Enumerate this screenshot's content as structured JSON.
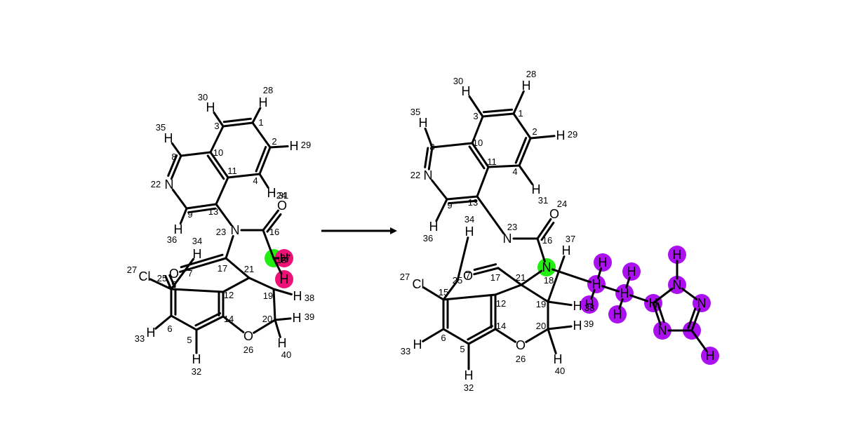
{
  "colors": {
    "bond": "#000000",
    "green": "#22ee11",
    "pink": "#ee1177",
    "purple": "#aa11ee"
  },
  "arrow": {
    "description": "reaction arrow"
  },
  "reactant": {
    "atoms": [
      {
        "id": "H28",
        "sym": "H",
        "idx": "28"
      },
      {
        "id": "H30",
        "sym": "H",
        "idx": "30"
      },
      {
        "id": "C1",
        "sym": "",
        "idx": "1"
      },
      {
        "id": "C2",
        "sym": "",
        "idx": "2"
      },
      {
        "id": "H29",
        "sym": "H",
        "idx": "29"
      },
      {
        "id": "C3",
        "sym": "",
        "idx": "3"
      },
      {
        "id": "H35",
        "sym": "H",
        "idx": "35"
      },
      {
        "id": "C8",
        "sym": "",
        "idx": "8"
      },
      {
        "id": "C10",
        "sym": "",
        "idx": "10"
      },
      {
        "id": "C11",
        "sym": "",
        "idx": "11"
      },
      {
        "id": "C4",
        "sym": "",
        "idx": "4"
      },
      {
        "id": "H31",
        "sym": "H",
        "idx": "31"
      },
      {
        "id": "N22",
        "sym": "N",
        "idx": "22"
      },
      {
        "id": "C9",
        "sym": "",
        "idx": "9"
      },
      {
        "id": "C13",
        "sym": "",
        "idx": "13"
      },
      {
        "id": "H36",
        "sym": "H",
        "idx": "36"
      },
      {
        "id": "N23",
        "sym": "N",
        "idx": "23"
      },
      {
        "id": "C16",
        "sym": "",
        "idx": "16"
      },
      {
        "id": "O24",
        "sym": "O",
        "idx": "24"
      },
      {
        "id": "H34",
        "sym": "H",
        "idx": "34"
      },
      {
        "id": "C17",
        "sym": "",
        "idx": "17"
      },
      {
        "id": "O7",
        "sym": "O",
        "idx": "7"
      },
      {
        "id": "C18",
        "sym": "",
        "idx": "18"
      },
      {
        "id": "H37",
        "sym": "H",
        "idx": "37"
      },
      {
        "id": "C21",
        "sym": "",
        "idx": "21"
      },
      {
        "id": "Cl27",
        "sym": "Cl",
        "idx": "27"
      },
      {
        "id": "C25",
        "sym": "",
        "idx": "25"
      },
      {
        "id": "C15",
        "sym": "",
        "idx": "15"
      },
      {
        "id": "C12",
        "sym": "",
        "idx": "12"
      },
      {
        "id": "C19",
        "sym": "",
        "idx": "19"
      },
      {
        "id": "H38",
        "sym": "H",
        "idx": "38"
      },
      {
        "id": "C6",
        "sym": "",
        "idx": "6"
      },
      {
        "id": "H33",
        "sym": "H",
        "idx": "33"
      },
      {
        "id": "C5",
        "sym": "",
        "idx": "5"
      },
      {
        "id": "H32",
        "sym": "H",
        "idx": "32"
      },
      {
        "id": "C14",
        "sym": "",
        "idx": "14"
      },
      {
        "id": "C20",
        "sym": "",
        "idx": "20"
      },
      {
        "id": "H39",
        "sym": "H",
        "idx": "39"
      },
      {
        "id": "O26",
        "sym": "O",
        "idx": "26"
      },
      {
        "id": "H40",
        "sym": "H",
        "idx": "40"
      },
      {
        "id": "Hx",
        "sym": "H",
        "idx": ""
      }
    ]
  },
  "product": {
    "atoms": [
      {
        "id": "H28",
        "sym": "H",
        "idx": "28"
      },
      {
        "id": "H30",
        "sym": "H",
        "idx": "30"
      },
      {
        "id": "C1",
        "sym": "",
        "idx": "1"
      },
      {
        "id": "C3",
        "sym": "",
        "idx": "3"
      },
      {
        "id": "C2",
        "sym": "",
        "idx": "2"
      },
      {
        "id": "H29",
        "sym": "H",
        "idx": "29"
      },
      {
        "id": "H35",
        "sym": "H",
        "idx": "35"
      },
      {
        "id": "C8",
        "sym": "",
        "idx": "8"
      },
      {
        "id": "C10",
        "sym": "",
        "idx": "10"
      },
      {
        "id": "C11",
        "sym": "",
        "idx": "11"
      },
      {
        "id": "C4",
        "sym": "",
        "idx": "4"
      },
      {
        "id": "H31",
        "sym": "H",
        "idx": "31"
      },
      {
        "id": "N22",
        "sym": "N",
        "idx": "22"
      },
      {
        "id": "C9",
        "sym": "",
        "idx": "9"
      },
      {
        "id": "C13",
        "sym": "",
        "idx": "13"
      },
      {
        "id": "H36",
        "sym": "H",
        "idx": "36"
      },
      {
        "id": "O24",
        "sym": "O",
        "idx": "24"
      },
      {
        "id": "N23",
        "sym": "N",
        "idx": "23"
      },
      {
        "id": "C16",
        "sym": "",
        "idx": "16"
      },
      {
        "id": "H34",
        "sym": "H",
        "idx": "34"
      },
      {
        "id": "H37",
        "sym": "H",
        "idx": "37"
      },
      {
        "id": "N18",
        "sym": "N",
        "idx": "18"
      },
      {
        "id": "O7",
        "sym": "O",
        "idx": "7"
      },
      {
        "id": "C17",
        "sym": "",
        "idx": "17"
      },
      {
        "id": "C21",
        "sym": "",
        "idx": "21"
      },
      {
        "id": "Cl27",
        "sym": "Cl",
        "idx": "27"
      },
      {
        "id": "C25",
        "sym": "",
        "idx": "25"
      },
      {
        "id": "C15",
        "sym": "",
        "idx": "15"
      },
      {
        "id": "C12",
        "sym": "",
        "idx": "12"
      },
      {
        "id": "C19",
        "sym": "",
        "idx": "19"
      },
      {
        "id": "H38",
        "sym": "H",
        "idx": "38"
      },
      {
        "id": "C6",
        "sym": "",
        "idx": "6"
      },
      {
        "id": "H33",
        "sym": "H",
        "idx": "33"
      },
      {
        "id": "C5",
        "sym": "",
        "idx": "5"
      },
      {
        "id": "H32",
        "sym": "H",
        "idx": "32"
      },
      {
        "id": "C14",
        "sym": "",
        "idx": "14"
      },
      {
        "id": "C20",
        "sym": "",
        "idx": "20"
      },
      {
        "id": "H39",
        "sym": "H",
        "idx": "39"
      },
      {
        "id": "O26",
        "sym": "O",
        "idx": "26"
      },
      {
        "id": "H40",
        "sym": "H",
        "idx": "40"
      },
      {
        "id": "P1",
        "sym": "H",
        "idx": ""
      },
      {
        "id": "P2",
        "sym": "H",
        "idx": ""
      },
      {
        "id": "P3",
        "sym": "H",
        "idx": ""
      },
      {
        "id": "P4",
        "sym": "H",
        "idx": ""
      },
      {
        "id": "P5",
        "sym": "H",
        "idx": ""
      },
      {
        "id": "P6",
        "sym": "H",
        "idx": ""
      },
      {
        "id": "P7",
        "sym": "H",
        "idx": ""
      },
      {
        "id": "PN1",
        "sym": "N",
        "idx": ""
      },
      {
        "id": "PN2",
        "sym": "N",
        "idx": ""
      },
      {
        "id": "PN3",
        "sym": "N",
        "idx": ""
      },
      {
        "id": "PC1",
        "sym": "",
        "idx": ""
      },
      {
        "id": "PC2",
        "sym": "",
        "idx": ""
      },
      {
        "id": "PH1",
        "sym": "H",
        "idx": ""
      },
      {
        "id": "PH2",
        "sym": "H",
        "idx": ""
      }
    ]
  }
}
